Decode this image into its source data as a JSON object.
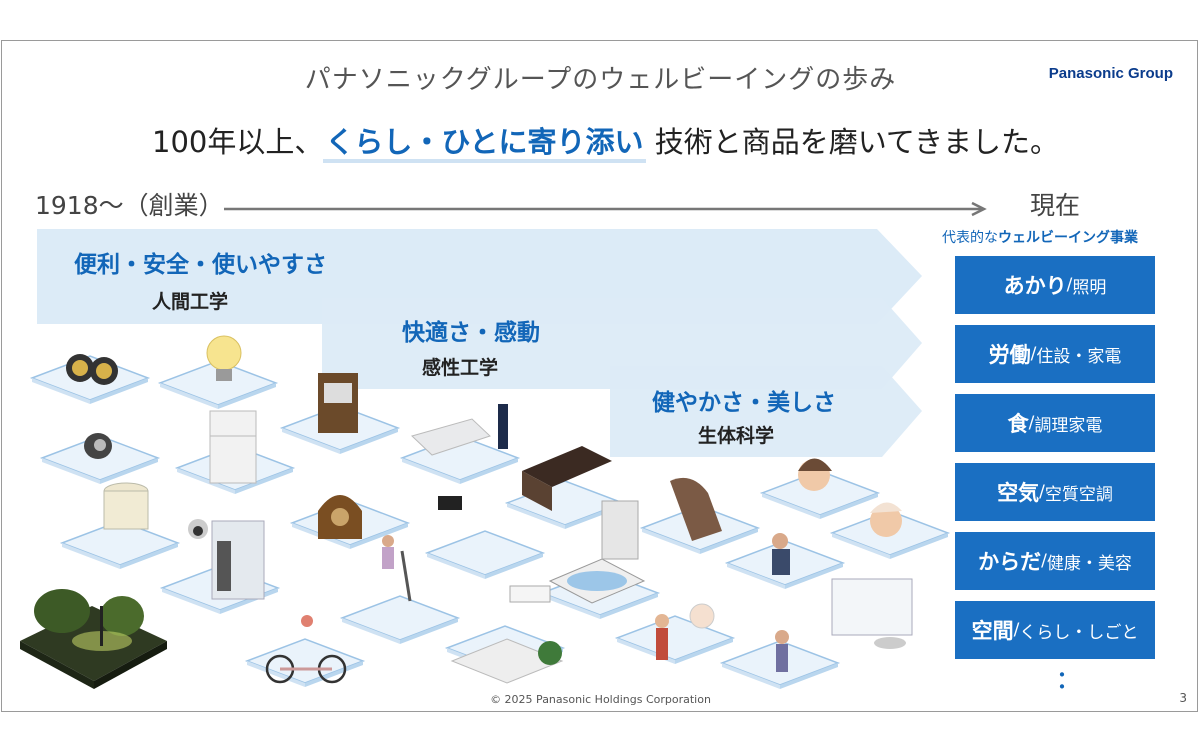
{
  "title": "パナソニックグループのウェルビーイングの歩み",
  "logo": "Panasonic Group",
  "subtitle": {
    "before": "100年以上、",
    "highlight": "くらし・ひとに寄り添い",
    "after": " 技術と商品を磨いてきました。"
  },
  "timeline": {
    "start": "1918～（創業）",
    "end": "現在"
  },
  "bands": [
    {
      "title": "便利・安全・使いやすさ",
      "sub": "人間工学"
    },
    {
      "title": "快適さ・感動",
      "sub": "感性工学"
    },
    {
      "title": "健やかさ・美しさ",
      "sub": "生体科学"
    }
  ],
  "business": {
    "heading_prefix": "代表的な",
    "heading_bold": "ウェルビーイング事業",
    "items": [
      {
        "main": "あかり",
        "rest": "照明"
      },
      {
        "main": "労働",
        "rest": "住設・家電"
      },
      {
        "main": "食",
        "rest": "調理家電"
      },
      {
        "main": "空気",
        "rest": "空質空調"
      },
      {
        "main": "からだ",
        "rest": "健康・美容"
      },
      {
        "main": "空間",
        "rest": "くらし・しごと"
      }
    ],
    "more": "・\n・"
  },
  "footer": "© 2025 Panasonic Holdings Corporation",
  "page_number": "3",
  "colors": {
    "accent": "#1266b8",
    "band": "#dcebf7",
    "tile": "#eaf3fb",
    "box": "#1a6fc2"
  }
}
